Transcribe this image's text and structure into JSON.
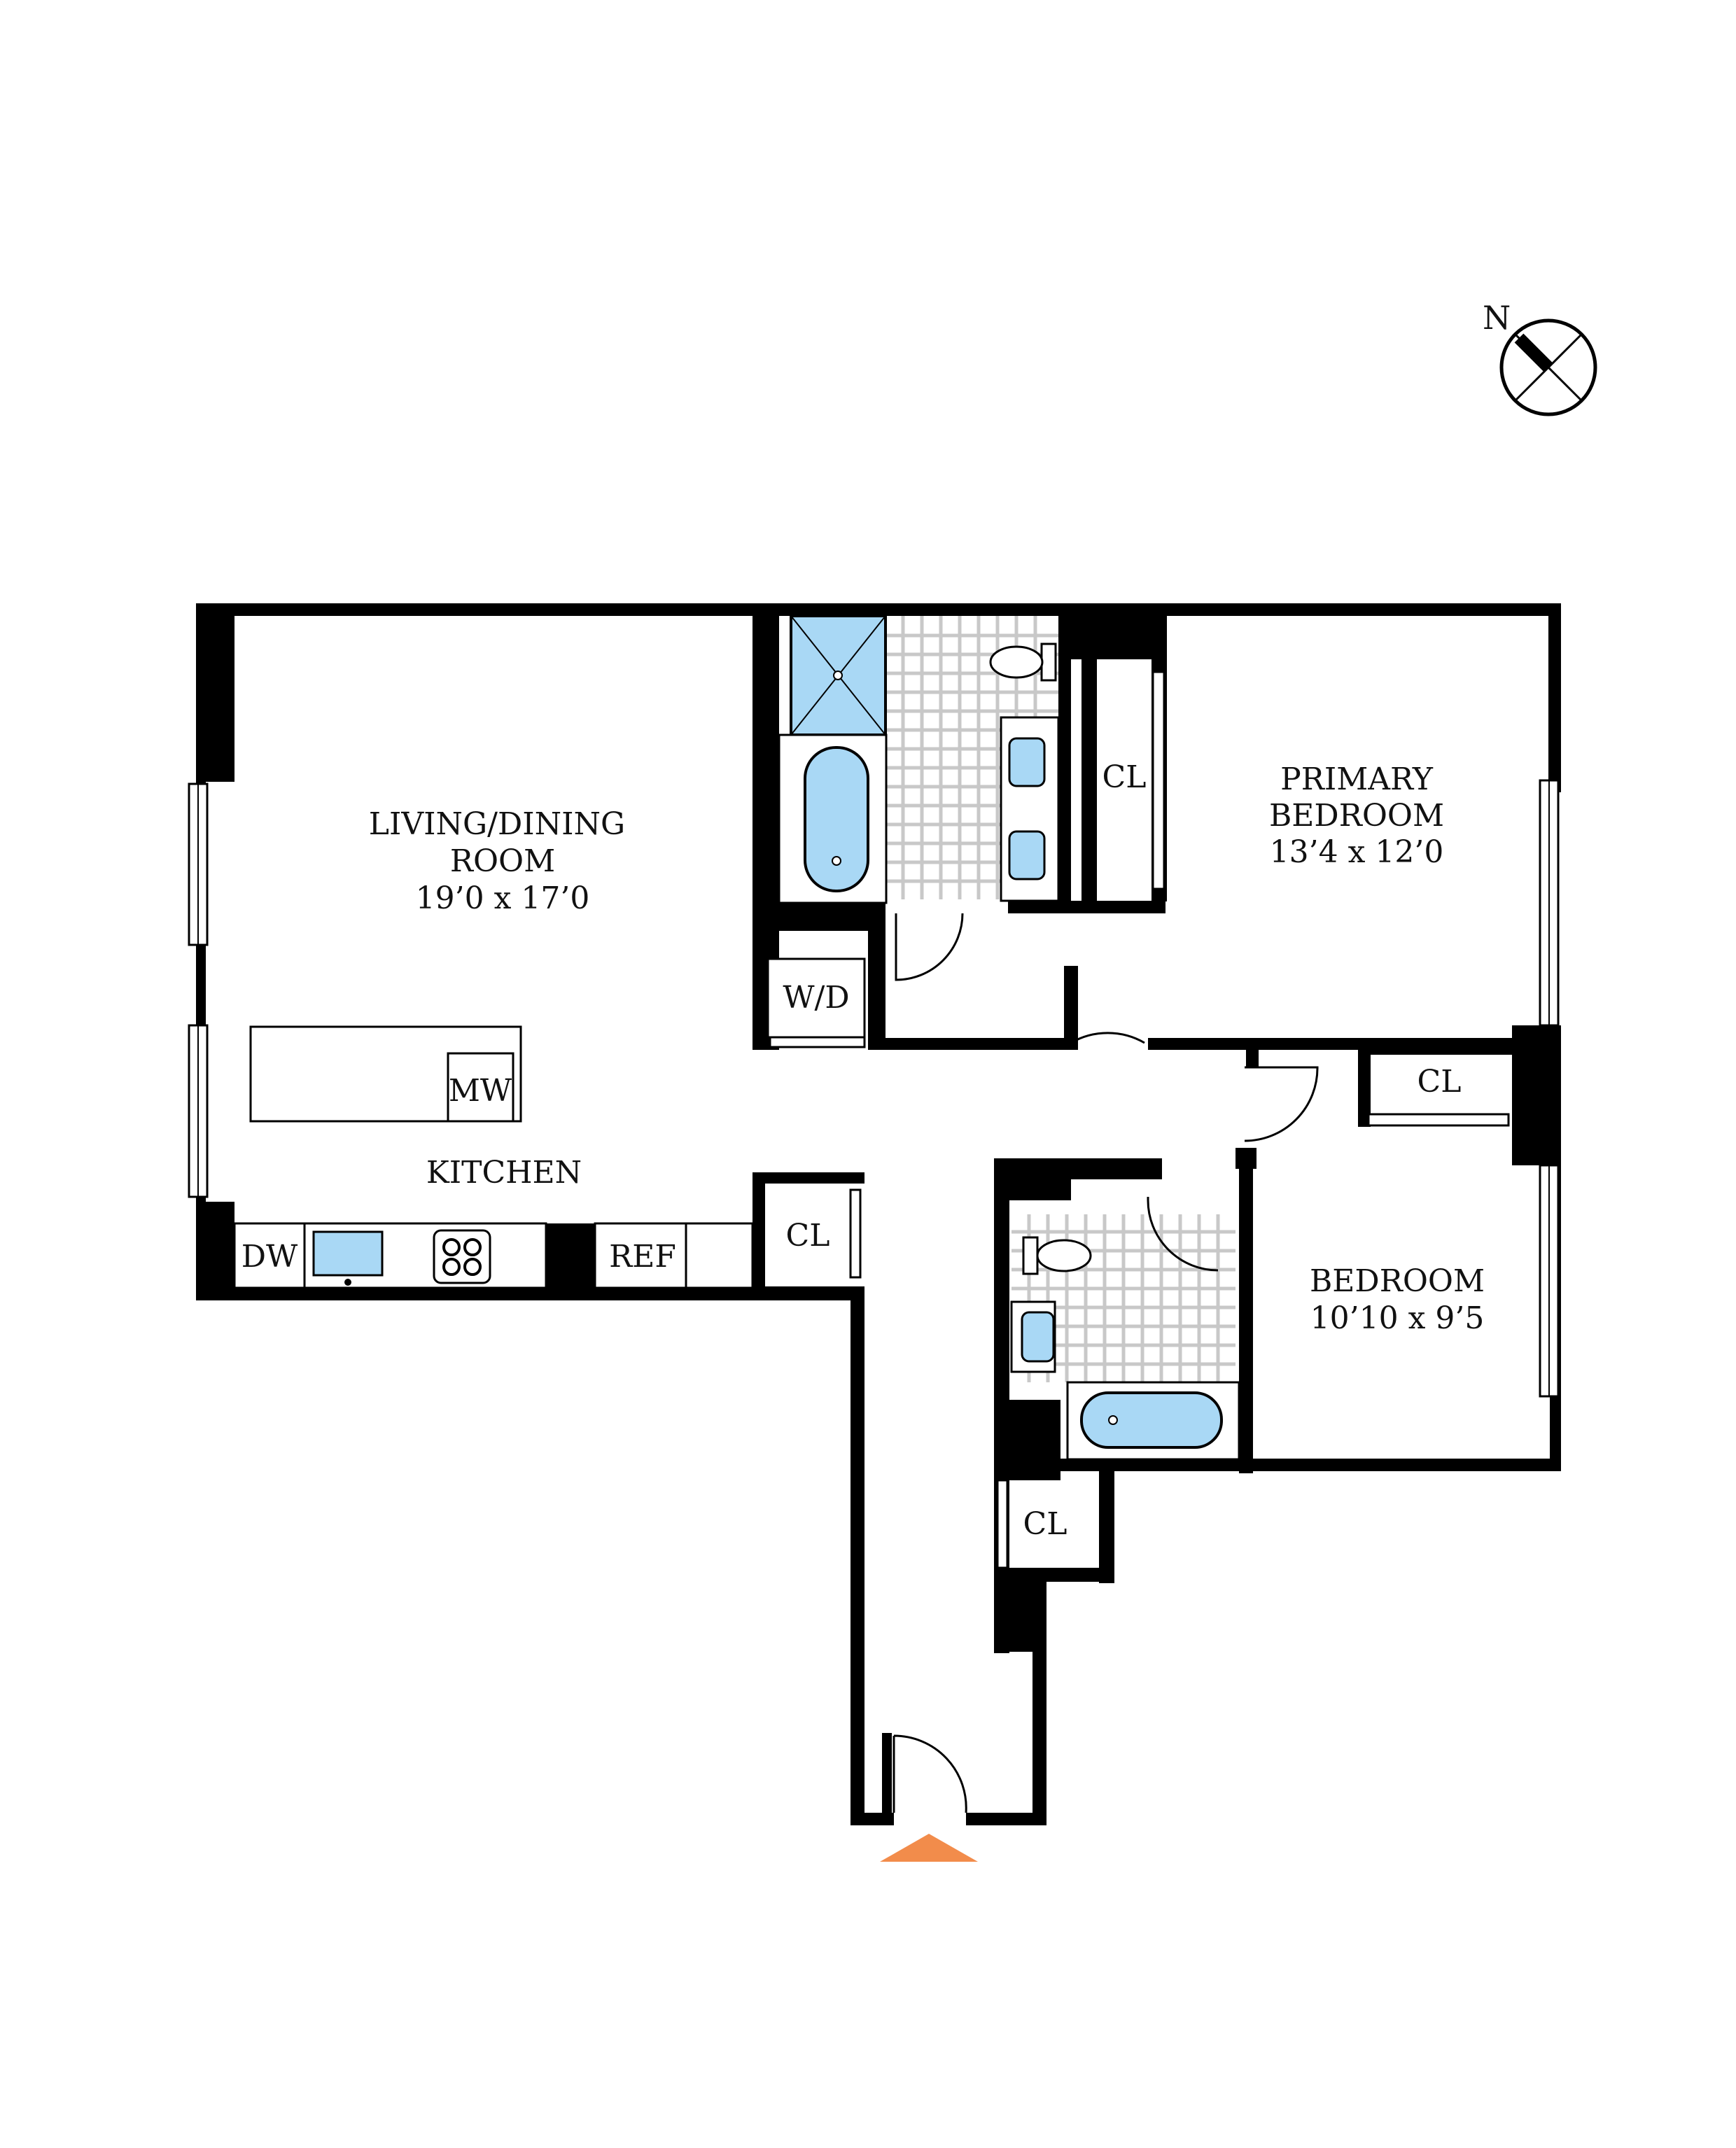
{
  "compass": {
    "label": "N"
  },
  "rooms": {
    "living": {
      "line1": "LIVING/DINING",
      "line2": "ROOM",
      "dims": "19’0 x 17’0"
    },
    "kitchen": {
      "label": "KITCHEN"
    },
    "primary": {
      "line1": "PRIMARY",
      "line2": "BEDROOM",
      "dims": "13’4 x 12’0"
    },
    "bedroom": {
      "line1": "BEDROOM",
      "dims": "10’10 x 9’5"
    }
  },
  "fixtures": {
    "mw": "MW",
    "dw": "DW",
    "ref": "REF",
    "wd": "W/D",
    "cl": "CL"
  },
  "colors": {
    "wall": "#000000",
    "fixture_fill": "#a9d8f5",
    "tile_grid": "#c8c8c8",
    "entry_arrow": "#f28c4b"
  }
}
